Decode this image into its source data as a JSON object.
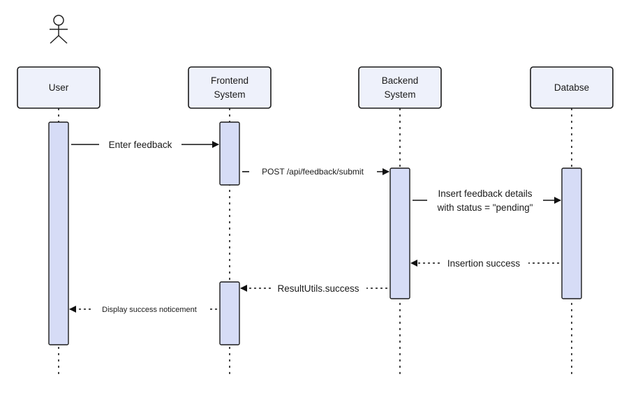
{
  "actor": {
    "icon": "person-icon"
  },
  "participants": [
    {
      "id": "user",
      "lines": [
        "User"
      ]
    },
    {
      "id": "frontend",
      "lines": [
        "Frontend",
        "System"
      ]
    },
    {
      "id": "backend",
      "lines": [
        "Backend",
        "System"
      ]
    },
    {
      "id": "database",
      "lines": [
        "Databse"
      ]
    }
  ],
  "messages": [
    {
      "id": "enter-feedback",
      "text": [
        "Enter feedback"
      ],
      "style": "solid"
    },
    {
      "id": "post-submit",
      "text": [
        "POST /api/feedback/submit"
      ],
      "style": "solid"
    },
    {
      "id": "insert-details",
      "text": [
        "Insert feedback details",
        "with status = \"pending\""
      ],
      "style": "solid"
    },
    {
      "id": "insertion-success",
      "text": [
        "Insertion success"
      ],
      "style": "dashed"
    },
    {
      "id": "result-success",
      "text": [
        "ResultUtils.success"
      ],
      "style": "dashed"
    },
    {
      "id": "display-success",
      "text": [
        "Display success noticement"
      ],
      "style": "dashed"
    }
  ],
  "colors": {
    "participant_fill": "#eef1fb",
    "activation_fill": "#d6dcf6",
    "line": "#1a1a1a"
  }
}
